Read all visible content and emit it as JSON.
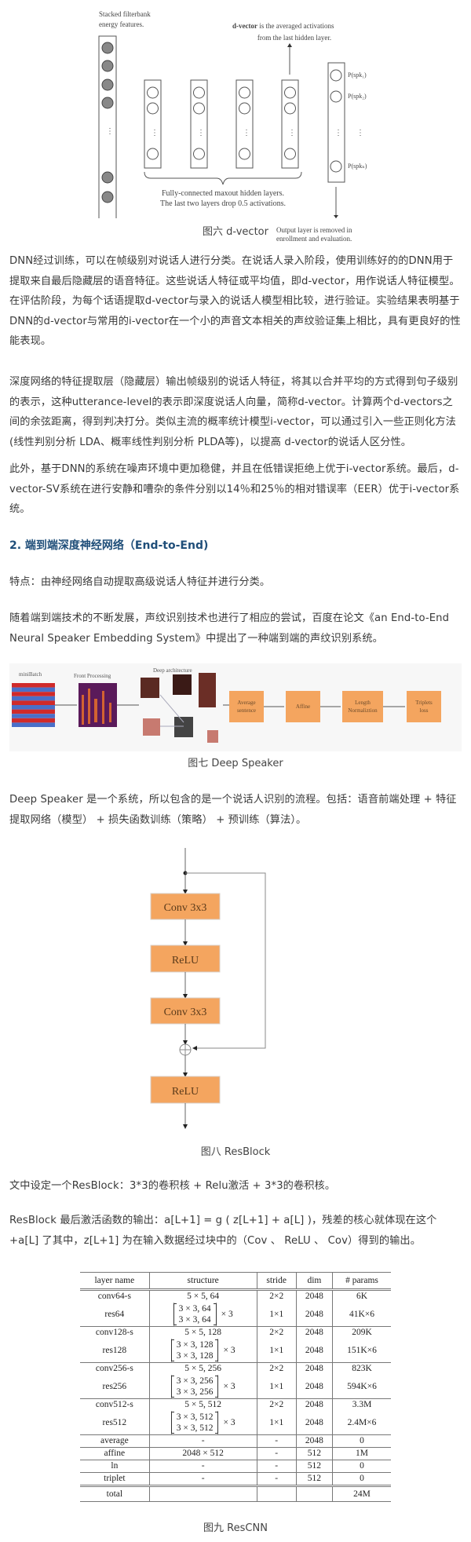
{
  "figure6": {
    "input_label_1": "Stacked filterbank",
    "input_label_2": "energy features.",
    "dvector_bold": "d-vector",
    "dvector_rest": " is the averaged activations",
    "dvector_line2": "from the last hidden layer.",
    "hidden_label_1": "Fully-connected maxout hidden layers.",
    "hidden_label_2": "The last two layers drop 0.5 activations.",
    "output_labels": [
      "P(spk₁)",
      "P(spk₂)",
      "P(spkₙ)"
    ],
    "output_note_1": "Output layer is removed in",
    "output_note_2": "enrollment and evaluation.",
    "caption": "图六 d-vector"
  },
  "paragraphs": {
    "p1": "DNN经过训练，可以在帧级别对说话人进行分类。在说话人录入阶段，使用训练好的的DNN用于提取来自最后隐藏层的语音特征。这些说话人特征或平均值，即d-vector，用作说话人特征模型。在评估阶段，为每个话语提取d-vector与录入的说话人模型相比较，进行验证。实验结果表明基于DNN的d-vector与常用的i-vector在一个小的声音文本相关的声纹验证集上相比，具有更良好的性能表现。",
    "p2": "深度网络的特征提取层（隐藏层）输出帧级别的说话人特征，将其以合并平均的方式得到句子级别的表示，这种utterance-level的表示即深度说话人向量，简称d-vector。计算两个d-vectors之间的余弦距离，得到判决打分。类似主流的概率统计模型i-vector，可以通过引入一些正则化方法 (线性判别分析 LDA、概率线性判别分析 PLDA等)，以提高 d-vector的说话人区分性。",
    "p3": "此外，基于DNN的系统在噪声环境中更加稳健，并且在低错误拒绝上优于i-vector系统。最后，d-vector-SV系统在进行安静和嘈杂的条件分别以14％和25％的相对错误率（EER）优于i-vector系统。",
    "heading": "2. 端到端深度神经网络（End-to-End)",
    "p4": "特点：由神经网络自动提取高级说话人特征并进行分类。",
    "p5": "随着端到端技术的不断发展，声纹识别技术也进行了相应的尝试，百度在论文《an End-to-End Neural Speaker Embedding System》中提出了一种端到端的声纹识别系统。",
    "p6": "Deep Speaker 是一个系统，所以包含的是一个说话人识别的流程。包括：语音前端处理 + 特征提取网络（模型） + 损失函数训练（策略） + 预训练（算法）。",
    "p7": "文中设定一个ResBlock：3*3的卷积核 + Relu激活 + 3*3的卷积核。",
    "p8": "ResBlock 最后激活函数的输出：a[L+1] = g ( z[L+1] + a[L] )，残差的核心就体现在这个 +a[L] 了其中，z[L+1] 为在输入数据经过块中的（Cov 、 ReLU 、 Cov）得到的输出。"
  },
  "figure7": {
    "stage_minibatch": "miniBatch",
    "stage_front": "Front Processing",
    "stage_deep": "Deep architecture",
    "box_average_1": "Average",
    "box_average_2": "sentence",
    "box_affine": "Affine",
    "box_length_1": "Length",
    "box_length_2": "Normaliztion",
    "box_triplet_1": "Triplets",
    "box_triplet_2": "loss",
    "caption": "图七 Deep Speaker",
    "box_color": "#f4a55f"
  },
  "figure8": {
    "conv1": "Conv  3x3",
    "relu1": "ReLU",
    "conv2": "Conv  3x3",
    "relu2": "ReLU",
    "caption": "图八 ResBlock",
    "box_color": "#f4a55f"
  },
  "table": {
    "headers": [
      "layer name",
      "structure",
      "stride",
      "dim",
      "# params"
    ],
    "groups": [
      {
        "rows": [
          {
            "name": "conv64-s",
            "structure": "5 × 5, 64",
            "stride": "2×2",
            "dim": "2048",
            "params": "6K"
          },
          {
            "name": "res64",
            "block": [
              "3 × 3, 64",
              "3 × 3, 64"
            ],
            "repeat": "× 3",
            "stride": "1×1",
            "dim": "2048",
            "params": "41K×6"
          }
        ]
      },
      {
        "rows": [
          {
            "name": "conv128-s",
            "structure": "5 × 5, 128",
            "stride": "2×2",
            "dim": "2048",
            "params": "209K"
          },
          {
            "name": "res128",
            "block": [
              "3 × 3, 128",
              "3 × 3, 128"
            ],
            "repeat": "× 3",
            "stride": "1×1",
            "dim": "2048",
            "params": "151K×6"
          }
        ]
      },
      {
        "rows": [
          {
            "name": "conv256-s",
            "structure": "5 × 5, 256",
            "stride": "2×2",
            "dim": "2048",
            "params": "823K"
          },
          {
            "name": "res256",
            "block": [
              "3 × 3, 256",
              "3 × 3, 256"
            ],
            "repeat": "× 3",
            "stride": "1×1",
            "dim": "2048",
            "params": "594K×6"
          }
        ]
      },
      {
        "rows": [
          {
            "name": "conv512-s",
            "structure": "5 × 5, 512",
            "stride": "2×2",
            "dim": "2048",
            "params": "3.3M"
          },
          {
            "name": "res512",
            "block": [
              "3 × 3, 512",
              "3 × 3, 512"
            ],
            "repeat": "× 3",
            "stride": "1×1",
            "dim": "2048",
            "params": "2.4M×6"
          }
        ]
      },
      {
        "rows": [
          {
            "name": "average",
            "structure": "-",
            "stride": "-",
            "dim": "2048",
            "params": "0"
          }
        ]
      },
      {
        "rows": [
          {
            "name": "affine",
            "structure": "2048 × 512",
            "stride": "-",
            "dim": "512",
            "params": "1M"
          }
        ]
      },
      {
        "rows": [
          {
            "name": "ln",
            "structure": "-",
            "stride": "-",
            "dim": "512",
            "params": "0"
          }
        ]
      },
      {
        "rows": [
          {
            "name": "triplet",
            "structure": "-",
            "stride": "-",
            "dim": "512",
            "params": "0"
          }
        ]
      }
    ],
    "total": {
      "name": "total",
      "params": "24M"
    },
    "caption": "图九 ResCNN"
  }
}
